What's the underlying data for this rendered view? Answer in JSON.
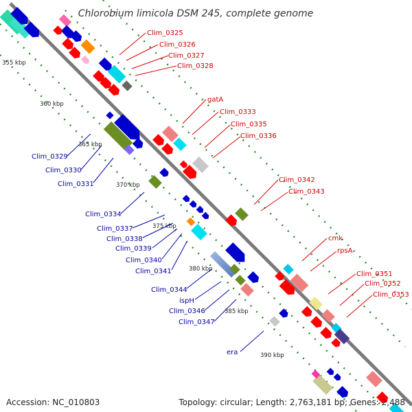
{
  "title": "Chlorobium limicola DSM 245, complete genome",
  "accession": "Accession: NC_010803",
  "topology": "Topology: circular; Length: 2,763,181 bp; Genes: 2,488",
  "kbp_labels": [
    "355 kbp",
    "360 kbp",
    "365 kbp",
    "370 kbp",
    "375 kbp",
    "380 kbp",
    "385 kbp",
    "390 kbp"
  ],
  "outer_labels": [
    "Clim_0325",
    "Clim_0326",
    "Clim_0327",
    "Clim_0328",
    "gatA",
    "Clim_0333",
    "Clim_0335",
    "Clim_0336",
    "Clim_0342",
    "Clim_0343",
    "cmk",
    "rpsA",
    "Clim_0351",
    "Clim_0352",
    "Clim_0353"
  ],
  "inner_labels": [
    "Clim_0329",
    "Clim_0330",
    "Clim_0331",
    "Clim_0334",
    "Clim_0337",
    "Clim_0338",
    "Clim_0339",
    "Clim_0340",
    "Clim_0341",
    "Clim_0344",
    "ispH",
    "Clim_0346",
    "Clim_0347",
    "era"
  ],
  "colors": {
    "backbone": "#888888",
    "ticks": "#2a8a2a",
    "outer_label": "#cc0000",
    "inner_label": "#000099"
  }
}
